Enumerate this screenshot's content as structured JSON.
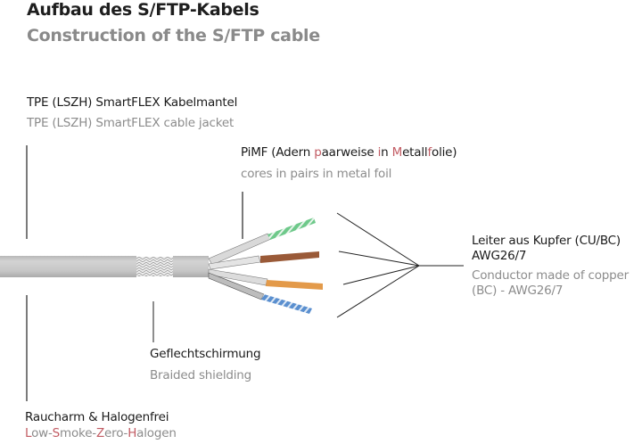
{
  "title": {
    "de": "Aufbau des S/FTP-Kabels",
    "en": "Construction of the S/FTP cable"
  },
  "labels": {
    "jacket": {
      "de": "TPE (LSZH) SmartFLEX Kabelmantel",
      "en": "TPE (LSZH) SmartFLEX cable jacket"
    },
    "pimf": {
      "de_parts": [
        "PiMF (Adern ",
        "p",
        "aarweise ",
        "i",
        "n ",
        "M",
        "etall",
        "f",
        "olie)"
      ],
      "en": "cores in pairs in metal foil"
    },
    "conductor": {
      "de_line1": "Leiter aus Kupfer (CU/BC)",
      "de_line2": "AWG26/7",
      "en_line1": "Conductor made of copper",
      "en_line2": "(BC) - AWG26/7"
    },
    "braid": {
      "de": "Geflechtschirmung",
      "en": "Braided shielding"
    },
    "lszh": {
      "de": "Raucharm & Halogenfrei",
      "en_parts": [
        "L",
        "ow-",
        "S",
        "moke-",
        "Z",
        "ero-",
        "H",
        "alogen"
      ]
    }
  },
  "colors": {
    "jacket": "#c8c8c8",
    "highlight": "#c25b63",
    "pair_green": "#5fbf7a",
    "pair_brown": "#9a5a38",
    "pair_orange": "#e39a4a",
    "pair_blue": "#4f86c6"
  }
}
